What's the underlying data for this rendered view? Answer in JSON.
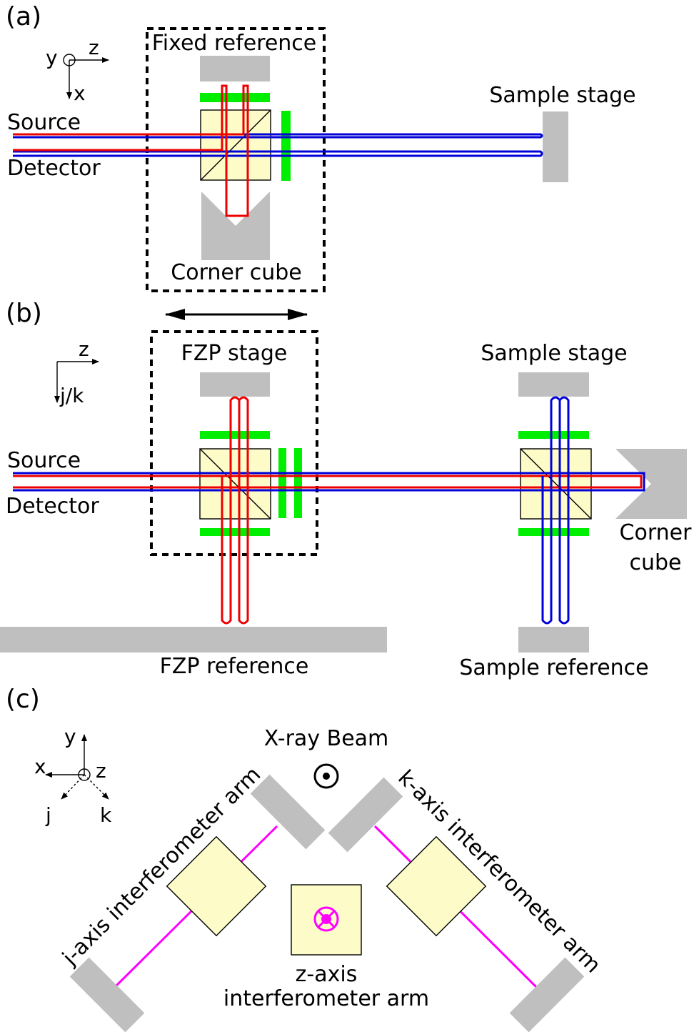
{
  "panel_a": {
    "label": "(a)",
    "axes": {
      "out_of_page": "y",
      "horizontal": "z",
      "vertical": "x"
    },
    "fixed_reference": "Fixed reference",
    "sample_stage": "Sample stage",
    "source": "Source",
    "detector": "Detector",
    "corner_cube": "Corner cube"
  },
  "panel_b": {
    "label": "(b)",
    "axes": {
      "horizontal": "z",
      "vertical": "j/k"
    },
    "fzp_stage": "FZP stage",
    "sample_stage": "Sample stage",
    "source": "Source",
    "detector": "Detector",
    "corner_line1": "Corner",
    "corner_line2": "cube",
    "fzp_reference": "FZP reference",
    "sample_reference": "Sample reference"
  },
  "panel_c": {
    "label": "(c)",
    "axes": {
      "y": "y",
      "x": "x",
      "z": "z",
      "j": "j",
      "k": "k"
    },
    "xray_beam": "X-ray Beam",
    "j_arm": "j-axis interferometer arm",
    "k_arm": "k-axis interferometer arm",
    "z_arm_line1": "z-axis",
    "z_arm_line2": "interferometer arm"
  },
  "colors": {
    "beam_blue": "#0000d8",
    "beam_red": "#ee0000",
    "waveplate_green": "#00ee00",
    "cube_fill": "#fdfcc8",
    "component_gray": "#bfbfbf",
    "laser_magenta": "#ff00ff"
  }
}
